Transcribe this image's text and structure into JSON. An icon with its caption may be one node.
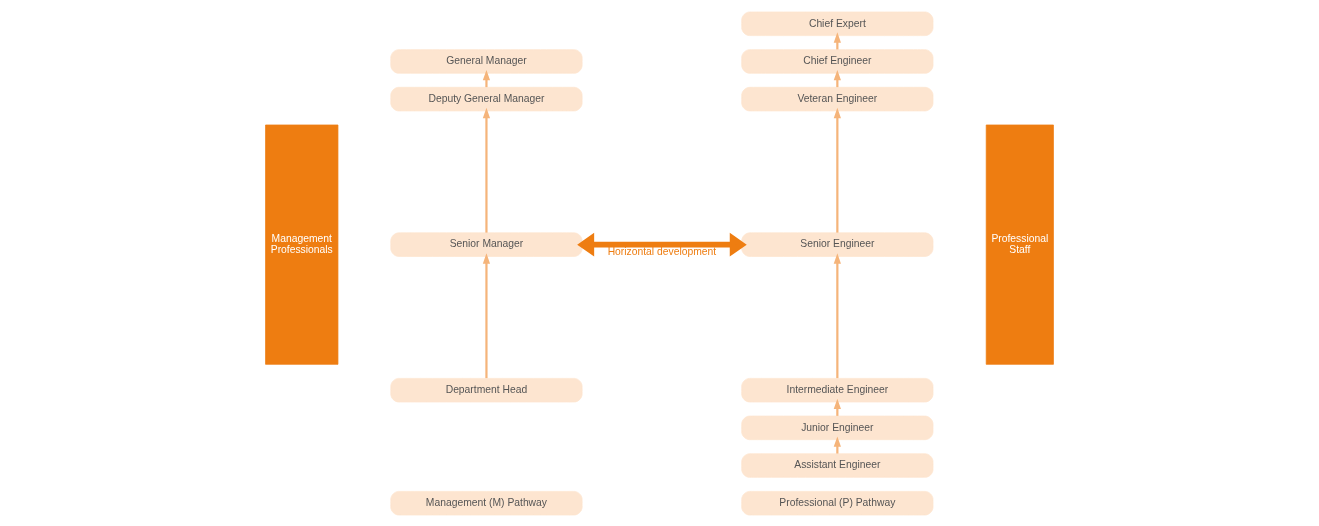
{
  "diagram": {
    "nodes": [
      {
        "text": [
          "Management Professionals"
        ]
      },
      {
        "text": [
          "General Manager"
        ]
      },
      {
        "text": [
          "Deputy General Manager"
        ]
      },
      {
        "text": [
          "Senior Manager"
        ]
      },
      {
        "text": [
          "Department Head"
        ]
      },
      {
        "text": [
          "Management (M) Pathway"
        ]
      },
      {
        "text": [
          "Chief Expert"
        ]
      },
      {
        "text": [
          "Chief Engineer"
        ]
      },
      {
        "text": [
          "Veteran Engineer"
        ]
      },
      {
        "text": [
          "Senior Engineer"
        ]
      },
      {
        "text": [
          "Intermediate Engineer"
        ]
      },
      {
        "text": [
          "Junior Engineer"
        ]
      },
      {
        "text": [
          "Assistant Engineer"
        ]
      },
      {
        "text": [
          "Professional (P) Pathway"
        ]
      },
      {
        "text": [
          "Professional Staff"
        ]
      }
    ],
    "edges": [
      {
        "from": 4,
        "to": 3,
        "arrow": "to"
      },
      {
        "from": 3,
        "to": 2,
        "arrow": "to"
      },
      {
        "from": 2,
        "to": 1,
        "arrow": "to"
      },
      {
        "from": 12,
        "to": 11,
        "arrow": "to"
      },
      {
        "from": 11,
        "to": 10,
        "arrow": "to"
      },
      {
        "from": 10,
        "to": 9,
        "arrow": "to"
      },
      {
        "from": 9,
        "to": 8,
        "arrow": "to"
      },
      {
        "from": 8,
        "to": 7,
        "arrow": "to"
      },
      {
        "from": 7,
        "to": 6,
        "arrow": "to"
      },
      {
        "from": 3,
        "to": 9,
        "arrow": "both",
        "label": "Horizontal development",
        "style": "thick",
        "color": "#ee7d11"
      }
    ]
  }
}
